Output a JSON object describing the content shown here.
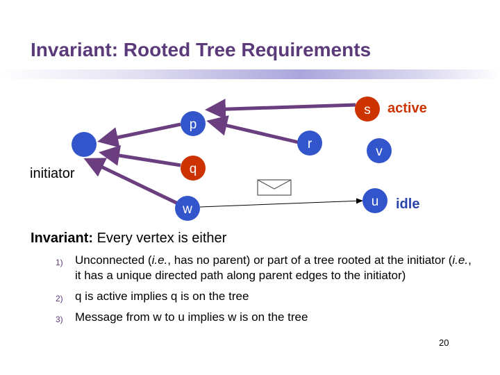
{
  "slide": {
    "title": "Invariant: Rooted Tree Requirements",
    "page_number": "20"
  },
  "diagram": {
    "nodes": {
      "s": {
        "label": "s",
        "color": "#cc3300"
      },
      "p": {
        "label": "p",
        "color": "#3355cc"
      },
      "r": {
        "label": "r",
        "color": "#3355cc"
      },
      "v": {
        "label": "v",
        "color": "#3355cc"
      },
      "q": {
        "label": "q",
        "color": "#cc3300"
      },
      "w": {
        "label": "w",
        "color": "#3355cc"
      },
      "u": {
        "label": "u",
        "color": "#3355cc"
      },
      "initiator": {
        "label": "",
        "color": "#3355cc"
      }
    },
    "labels": {
      "initiator": "initiator",
      "active": "active",
      "idle": "idle"
    },
    "colors": {
      "edge": "#6b3f7f",
      "active": "#cc3300",
      "idle": "#2a44aa"
    }
  },
  "invariant": {
    "lead_bold": "Invariant:",
    "lead_rest": " Every vertex is either",
    "items": [
      {
        "number": "1)",
        "parts": [
          {
            "text": "Unconnected (",
            "style": "normal"
          },
          {
            "text": "i.e.",
            "style": "italic"
          },
          {
            "text": ", has no parent) or part of a tree rooted at the initiator (",
            "style": "normal"
          },
          {
            "text": "i.e.",
            "style": "italic"
          },
          {
            "text": ", it has a unique directed path along parent edges to the initiator)",
            "style": "normal"
          }
        ]
      },
      {
        "number": "2)",
        "parts": [
          {
            "text": "q is active implies q is on the tree",
            "style": "normal"
          }
        ]
      },
      {
        "number": "3)",
        "parts": [
          {
            "text": "Message from w to u implies w is on the tree",
            "style": "normal"
          }
        ]
      }
    ]
  }
}
